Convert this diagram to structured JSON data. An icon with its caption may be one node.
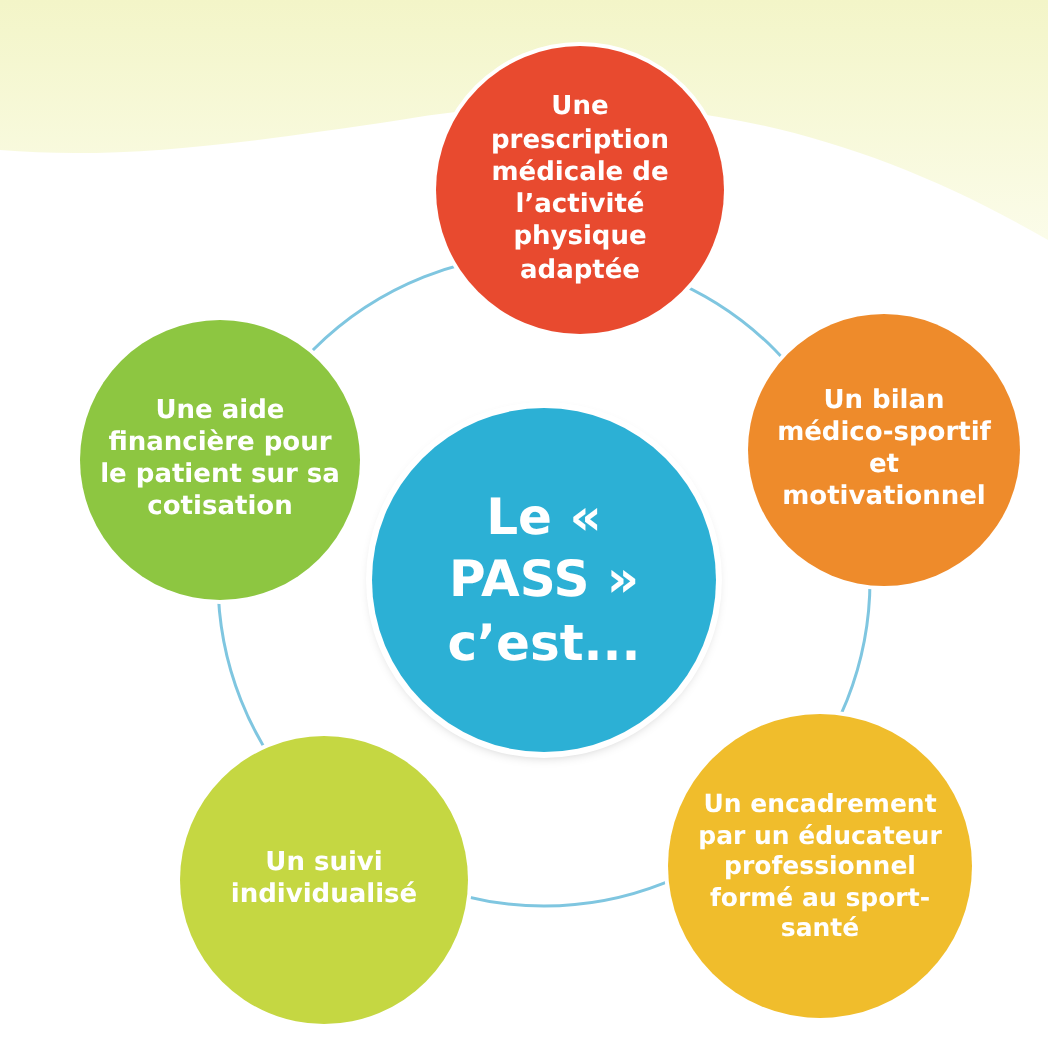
{
  "diagram": {
    "nodes": [
      {
        "text": [
          "Le « PASS » c’est..."
        ]
      },
      {
        "text": [
          "Une prescription médicale de l’activité physique adaptée"
        ]
      },
      {
        "text": [
          "Un bilan médico-sportif et motivationnel"
        ]
      },
      {
        "text": [
          "Un encadrement par un éducateur professionnel formé au sport-santé"
        ]
      },
      {
        "text": [
          "Un suivi individualisé"
        ]
      },
      {
        "text": [
          "Une aide financière pour le patient sur sa cotisation"
        ]
      }
    ]
  }
}
